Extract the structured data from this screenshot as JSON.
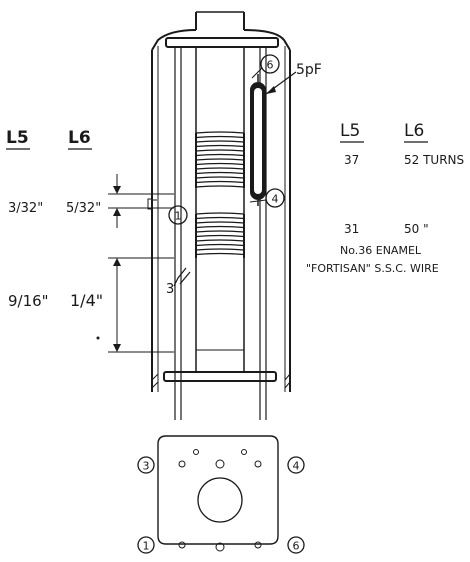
{
  "left_table": {
    "header_l5": "L5",
    "header_l6": "L6",
    "gap_l5": "3/32\"",
    "gap_l6": "5/32\"",
    "len_l5": "9/16\"",
    "len_l6": "1/4\""
  },
  "right_table": {
    "header_l5": "L5",
    "header_l6": "L6",
    "row1_l5": "37",
    "row1_l6": "52 TURNS",
    "row2_l5": "31",
    "row2_l6": "50 \"",
    "wire_line1": "No.36 ENAMEL",
    "wire_line2": "\"FORTISAN\" S.S.C. WIRE"
  },
  "capacitor_label": "5pF",
  "pins": {
    "p1": "1",
    "p3": "3",
    "p4": "4",
    "p6": "6"
  },
  "colors": {
    "ink": "#1a1a1a",
    "paper": "#ffffff"
  }
}
